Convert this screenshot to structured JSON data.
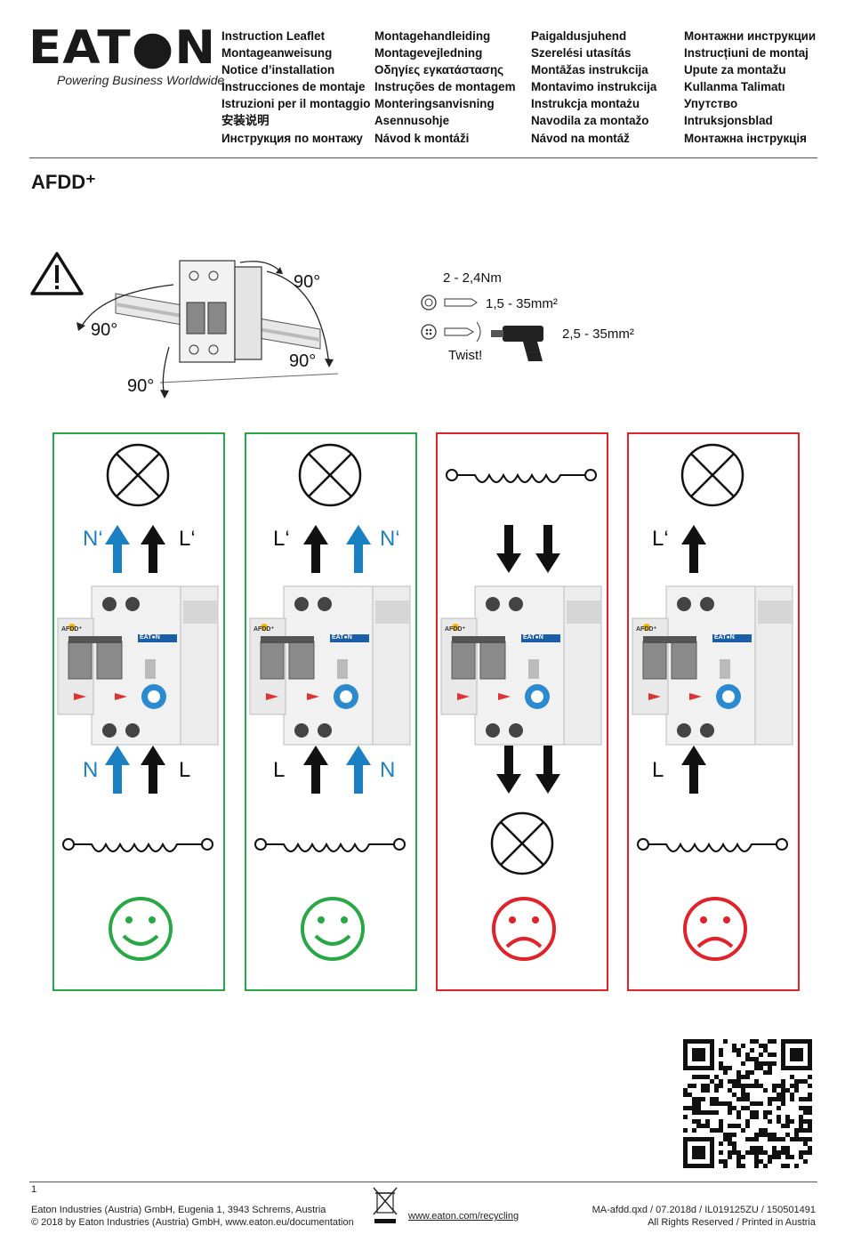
{
  "brand": {
    "logo": "EAT●N",
    "tagline": "Powering Business Worldwide"
  },
  "languages": [
    [
      "Instruction Leaflet",
      "Montageanweisung",
      "Notice d’installation",
      "Instrucciones de montaje",
      "Istruzioni per il montaggio",
      "安装说明",
      "Инструкция по монтажу"
    ],
    [
      "Montagehandleiding",
      "Montagevejledning",
      "Οδηγίες εγκατάστασης",
      "Instruções de montagem",
      "Monteringsanvisning",
      "Asennusohje",
      "Návod k montáži"
    ],
    [
      "Paigaldusjuhend",
      "Szerelési utasítás",
      "Montāžas instrukcija",
      "Montavimo instrukcija",
      "Instrukcja montażu",
      "Navodila za montažo",
      "Návod na montáž"
    ],
    [
      "Монтажни инструкции",
      "Instrucțiuni de montaj",
      "Upute za montažu",
      "Kullanma Talimatı",
      "Упутство",
      "Intruksjonsblad",
      "Монтажна інструкція"
    ]
  ],
  "product": "AFDD⁺",
  "mounting": {
    "angle_top": "90°",
    "angle_left": "90°",
    "angle_bottom": "90°",
    "angle_right": "90°"
  },
  "specs": {
    "torque": "2 - 2,4Nm",
    "solid": "1,5 - 35mm²",
    "stranded": "2,5 - 35mm²",
    "twist": "Twist!"
  },
  "panels": [
    {
      "border": "#28a745",
      "top_left": "N‘",
      "top_right": "L‘",
      "bottom_left": "N",
      "bottom_right": "L",
      "result": "ok"
    },
    {
      "border": "#28a745",
      "top_left": "L‘",
      "top_right": "N‘",
      "bottom_left": "L",
      "bottom_right": "N",
      "result": "ok"
    },
    {
      "border": "#e0232a",
      "result": "fail"
    },
    {
      "border": "#e0232a",
      "top_left": "L‘",
      "bottom_left": "L",
      "result": "fail"
    }
  ],
  "device": {
    "brand": "EAT●N",
    "label": "AFDD⁺"
  },
  "colors": {
    "blue_arrow": "#1b7fc4",
    "green": "#28a745",
    "red": "#e0232a"
  },
  "footer": {
    "page": "1",
    "address": "Eaton Industries (Austria) GmbH, Eugenia 1, 3943 Schrems, Austria",
    "copyright": "© 2018 by Eaton Industries (Austria) GmbH, www.eaton.eu/documentation",
    "recycling": "www.eaton.com/recycling",
    "docref": "MA-afdd.qxd / 07.2018d / IL019125ZU / 150501491",
    "rights": "All Rights Reserved / Printed in Austria"
  }
}
